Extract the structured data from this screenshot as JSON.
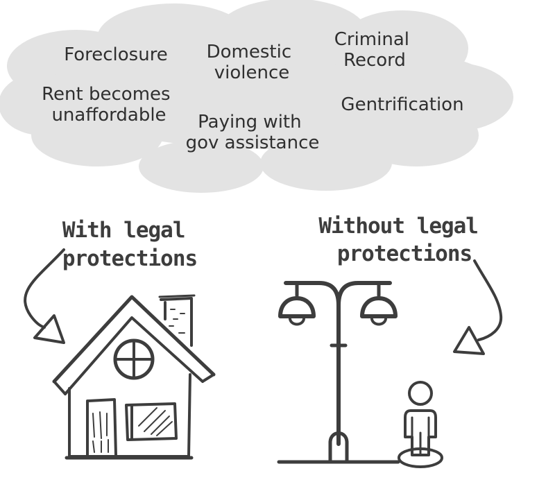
{
  "cloud": {
    "items": [
      {
        "lines": [
          "Foreclosure"
        ]
      },
      {
        "lines": [
          "Domestic",
          "violence"
        ]
      },
      {
        "lines": [
          "Criminal",
          "Record"
        ]
      },
      {
        "lines": [
          "Rent becomes",
          "unaffordable"
        ]
      },
      {
        "lines": [
          "Paying with",
          "gov assistance"
        ]
      },
      {
        "lines": [
          "Gentrification"
        ]
      }
    ],
    "fill_color": "#e3e3e3"
  },
  "left_panel": {
    "label_lines": [
      "With legal",
      "protections"
    ]
  },
  "right_panel": {
    "label_lines": [
      "Without legal",
      "protections"
    ]
  },
  "colors": {
    "ink": "#3d3d3d",
    "cloud": "#e3e3e3",
    "background": "#ffffff"
  }
}
